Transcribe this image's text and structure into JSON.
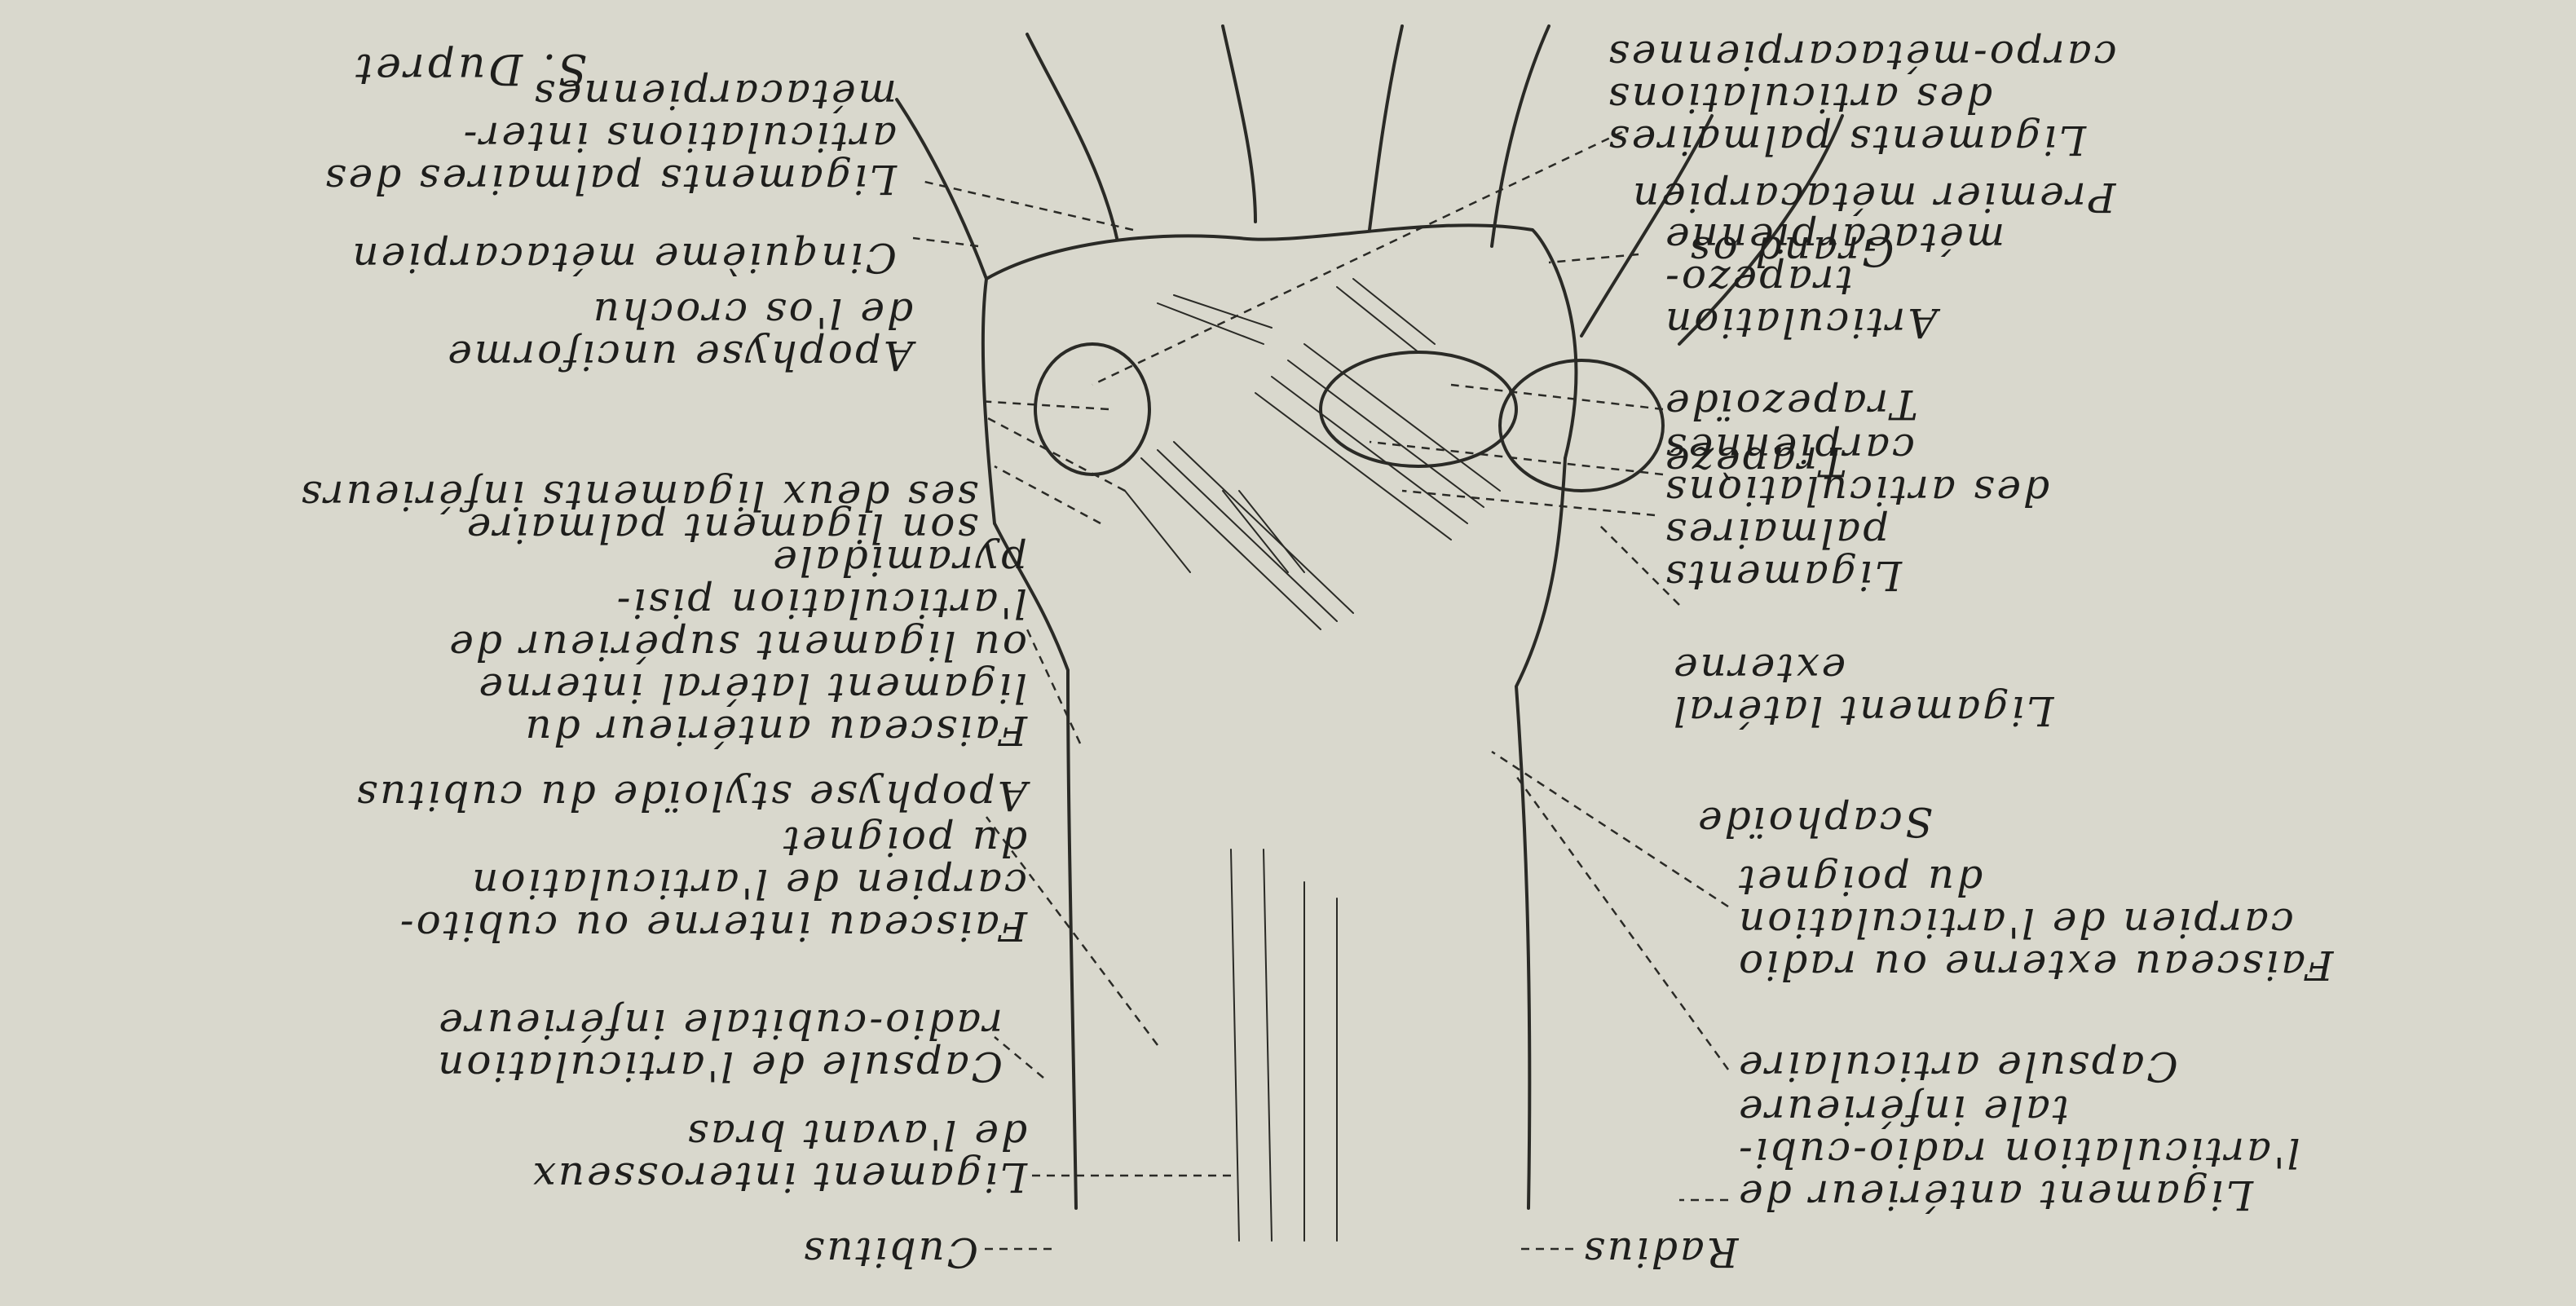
{
  "labels_left": [
    "Radius",
    "Ligament antérieur de\nl'articulation radio-cubi-\ntale inférieure",
    "Capsule articulaire",
    "Faisceau externe ou radio\ncarpien de l'articulation\ndu poignet",
    "Scaphoïde",
    "Ligament latéral\nexterne",
    "Ligaments palmaires\ndes articulations\ncarpiennes",
    "Trapèze",
    "Trapezoïde",
    "Articulation trapezo-\nmétacarpienne",
    "Grand os",
    "Premier métacarpien",
    "Ligaments palmaires\ndes articulations\ncarpo-métacarpiennes"
  ],
  "labels_right": [
    "Cubitus",
    "Ligament interosseux\nde l'avant bras",
    "Capsule de l'articulation\nradio-cubitale inférieure",
    "Faisceau interne ou cubito-\ncarpien de l'articulation\ndu poignet",
    "Apophyse styloïde du cubitus",
    "Faisceau antérieur du\nligament latéral interne\nou ligament supérieur de\nl'articulation pisi-\npyramidale",
    "son ligament palmaire",
    "ses deux ligaments inférieurs",
    "Apophyse unciforme\nde l'os crochu",
    "Cinquième métacarpien",
    "Ligaments palmaires des\narticulations inter-\nmétacarpiennes"
  ],
  "signature": "S. Dupret"
}
